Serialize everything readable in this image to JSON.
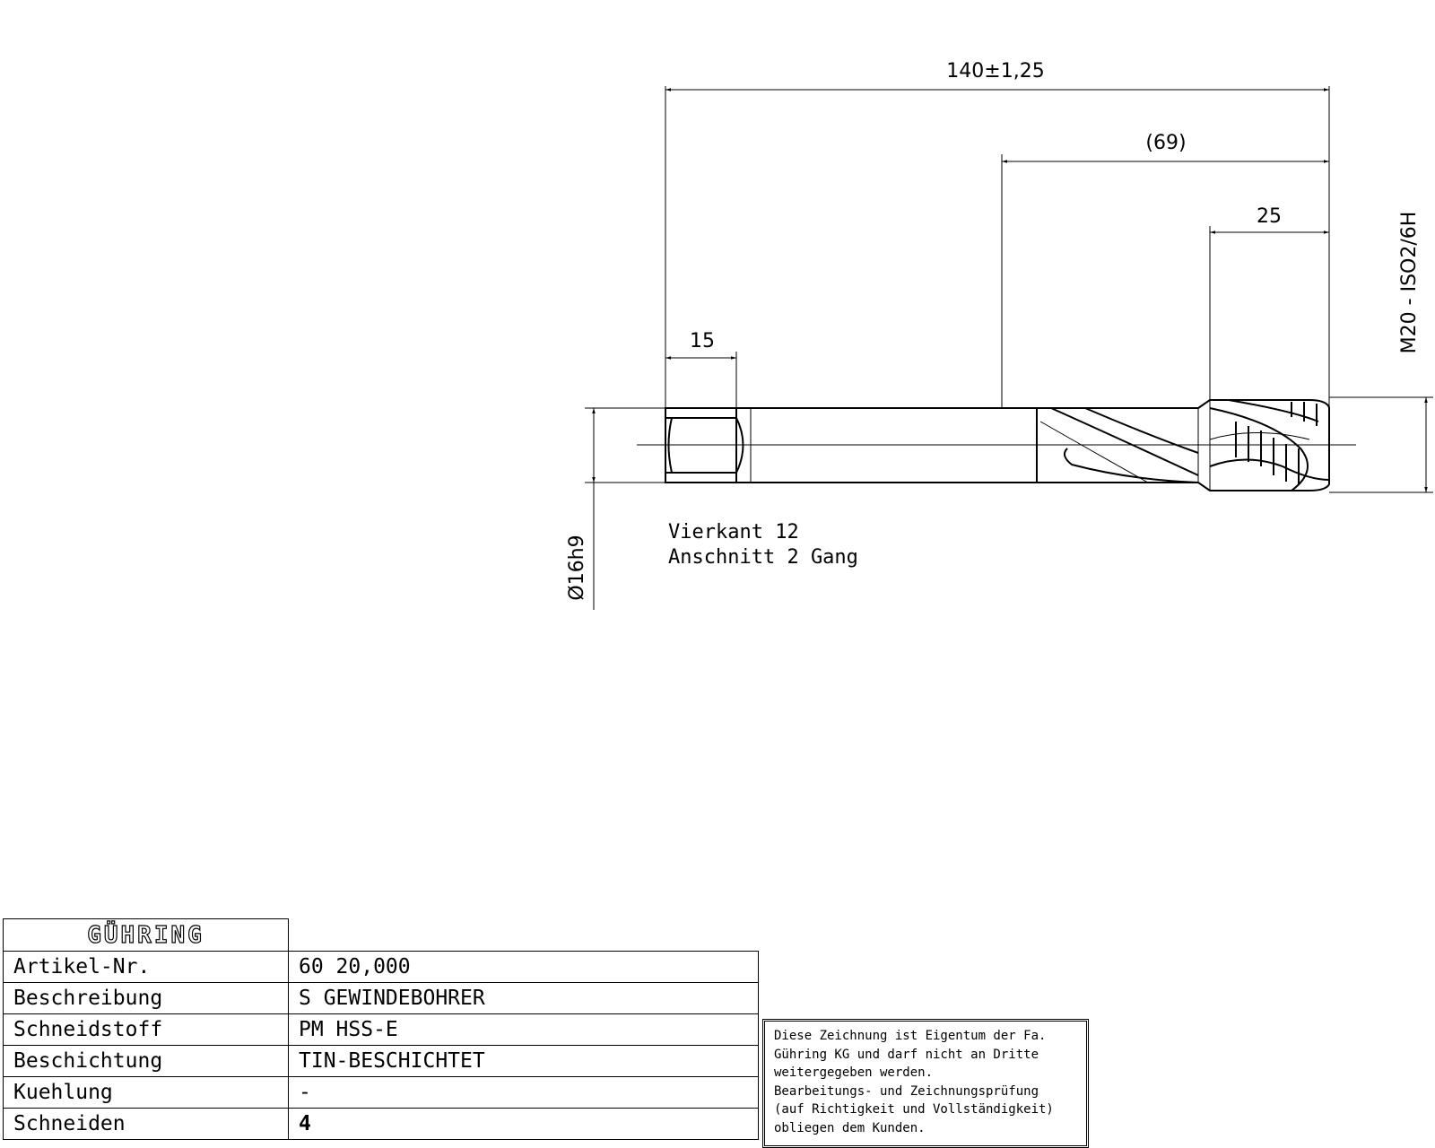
{
  "dimensions": {
    "overall_length": "140±1,25",
    "thread_length": "(69)",
    "cutting_length": "25",
    "square_length": "15",
    "shank_diameter": "Ø16h9",
    "thread_spec": "M20 - ISO2/6H"
  },
  "notes": {
    "line1": "Vierkant 12",
    "line2": "Anschnitt 2 Gang"
  },
  "title_block": {
    "brand": "GÜHRING",
    "rows": [
      {
        "label": "Artikel-Nr.",
        "value": "60 20,000"
      },
      {
        "label": "Beschreibung",
        "value": "S GEWINDEBOHRER"
      },
      {
        "label": "Schneidstoff",
        "value": "PM HSS-E"
      },
      {
        "label": "Beschichtung",
        "value": "TIN-BESCHICHTET"
      },
      {
        "label": "Kuehlung",
        "value": "-"
      },
      {
        "label": "Schneiden",
        "value": "4"
      }
    ]
  },
  "ownership_note": {
    "lines": [
      "Diese Zeichnung ist Eigentum der Fa.",
      "Gühring KG und darf nicht an Dritte",
      "weitergegeben werden.",
      "Bearbeitungs- und Zeichnungsprüfung",
      "(auf Richtigkeit und Vollständigkeit)",
      "obliegen dem Kunden."
    ]
  }
}
